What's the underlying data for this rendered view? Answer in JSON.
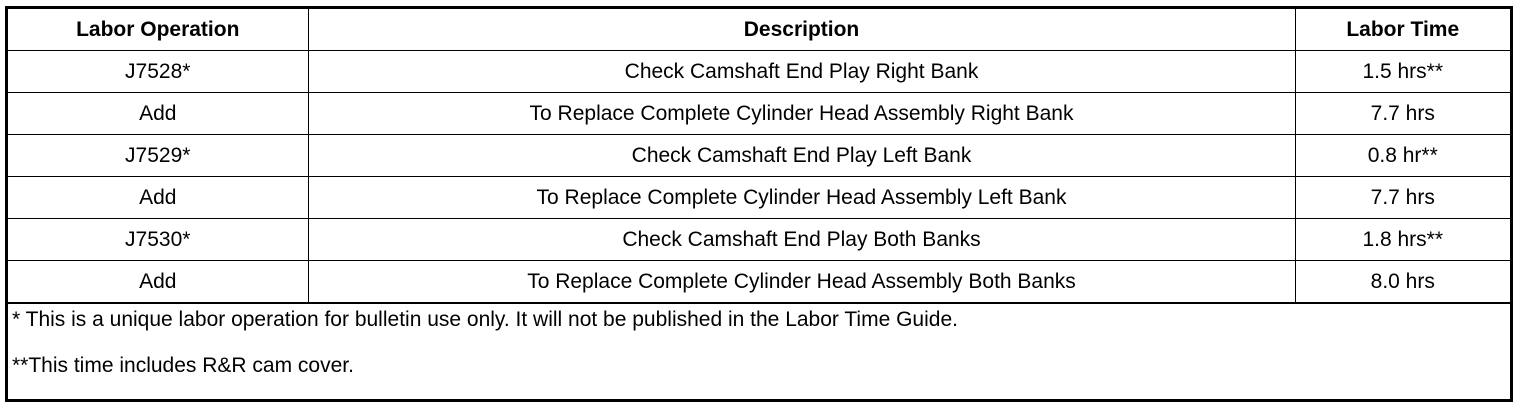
{
  "table": {
    "headers": [
      "Labor Operation",
      "Description",
      "Labor Time"
    ],
    "rows": [
      {
        "operation": "J7528*",
        "description": "Check Camshaft End Play Right Bank",
        "time": "1.5 hrs**"
      },
      {
        "operation": "Add",
        "description": "To Replace Complete Cylinder Head Assembly Right Bank",
        "time": "7.7 hrs"
      },
      {
        "operation": "J7529*",
        "description": "Check Camshaft End Play Left Bank",
        "time": "0.8 hr**"
      },
      {
        "operation": "Add",
        "description": "To Replace Complete Cylinder Head Assembly Left Bank",
        "time": "7.7 hrs"
      },
      {
        "operation": "J7530*",
        "description": "Check Camshaft End Play Both Banks",
        "time": "1.8 hrs**"
      },
      {
        "operation": "Add",
        "description": "To Replace Complete Cylinder Head Assembly Both Banks",
        "time": "8.0 hrs"
      }
    ]
  },
  "notes": {
    "note1": "* This is a unique labor operation for bulletin use only. It will not be published in the Labor Time Guide.",
    "note2": "**This time includes R&R cam cover."
  }
}
